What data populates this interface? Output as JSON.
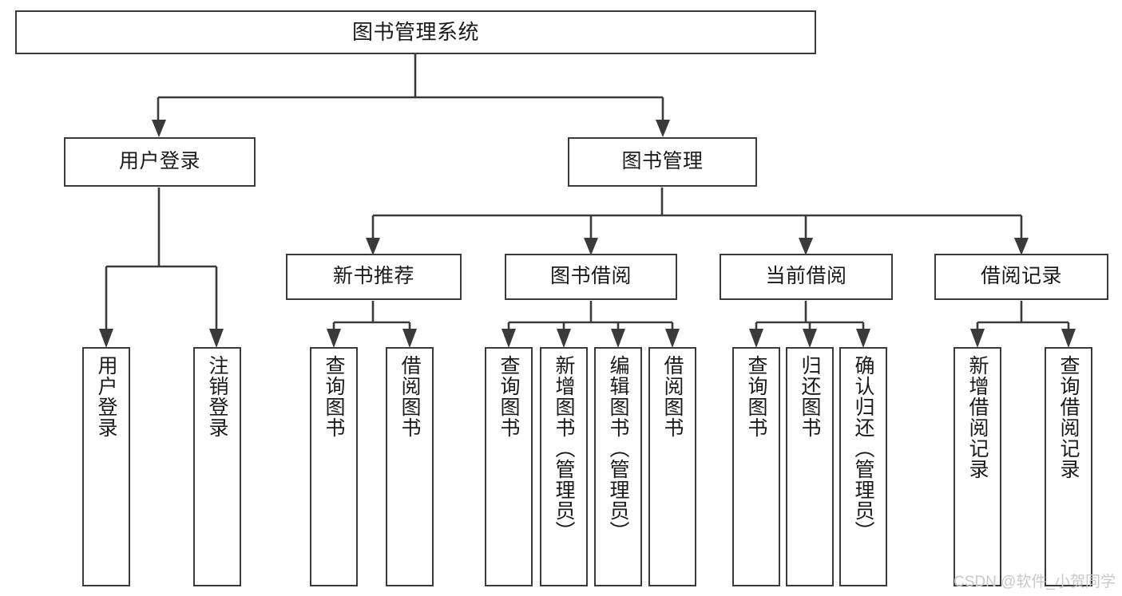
{
  "diagram": {
    "type": "tree-hierarchy",
    "title": "图书管理系统",
    "watermark": "CSDN @软件_小贺同学",
    "colors": {
      "background": "#ffffff",
      "border": "#3a3a3a",
      "edge": "#3a3a3a",
      "text": "#1a1a1a",
      "watermark": "#c9c9c9"
    },
    "levels": {
      "root": {
        "label": "图书管理系统"
      },
      "level1": [
        {
          "label": "用户登录"
        },
        {
          "label": "图书管理"
        }
      ],
      "level2": [
        {
          "label": "新书推荐"
        },
        {
          "label": "图书借阅"
        },
        {
          "label": "当前借阅"
        },
        {
          "label": "借阅记录"
        }
      ],
      "leaves": {
        "user_login": [
          {
            "label": "用户登录"
          },
          {
            "label": "注销登录"
          }
        ],
        "new_book_recommend": [
          {
            "label": "查询图书"
          },
          {
            "label": "借阅图书"
          }
        ],
        "book_borrow": [
          {
            "label": "查询图书"
          },
          {
            "label": "新增图书（管理员）"
          },
          {
            "label": "编辑图书（管理员）"
          },
          {
            "label": "借阅图书"
          }
        ],
        "current_borrow": [
          {
            "label": "查询图书"
          },
          {
            "label": "归还图书"
          },
          {
            "label": "确认归还（管理员）"
          }
        ],
        "borrow_record": [
          {
            "label": "新增借阅记录"
          },
          {
            "label": "查询借阅记录"
          }
        ]
      }
    }
  }
}
